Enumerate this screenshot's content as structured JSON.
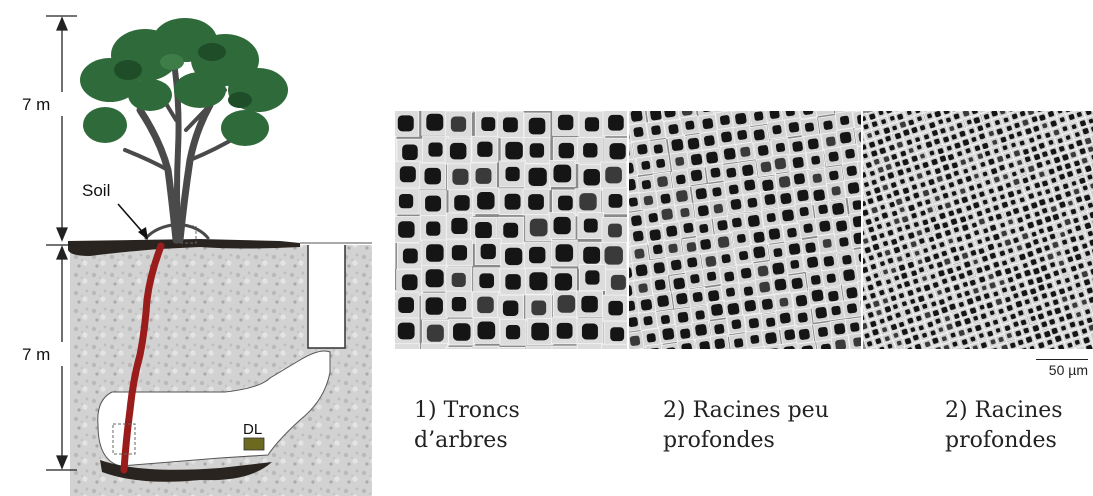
{
  "diagram": {
    "height_top_label": "7 m",
    "height_bottom_label": "7 m",
    "soil_label": "Soil",
    "dl_label": "DL",
    "colors": {
      "foliage": "#2f6b3a",
      "foliage_dark": "#1f4d28",
      "trunk": "#4a4a4a",
      "root": "#9b1d1b",
      "rock": "#d0d0d0",
      "soil": "#2a2420",
      "dl_box": "#6b6a1e"
    }
  },
  "panels": [
    {
      "caption": "1) Troncs\nd’arbres",
      "texture": "large-pores"
    },
    {
      "caption": "2) Racines peu\nprofondes",
      "texture": "medium-pores"
    },
    {
      "caption": "2) Racines\nprofondes",
      "texture": "small-pores"
    }
  ],
  "scale_bar": {
    "label": "50 µm"
  }
}
